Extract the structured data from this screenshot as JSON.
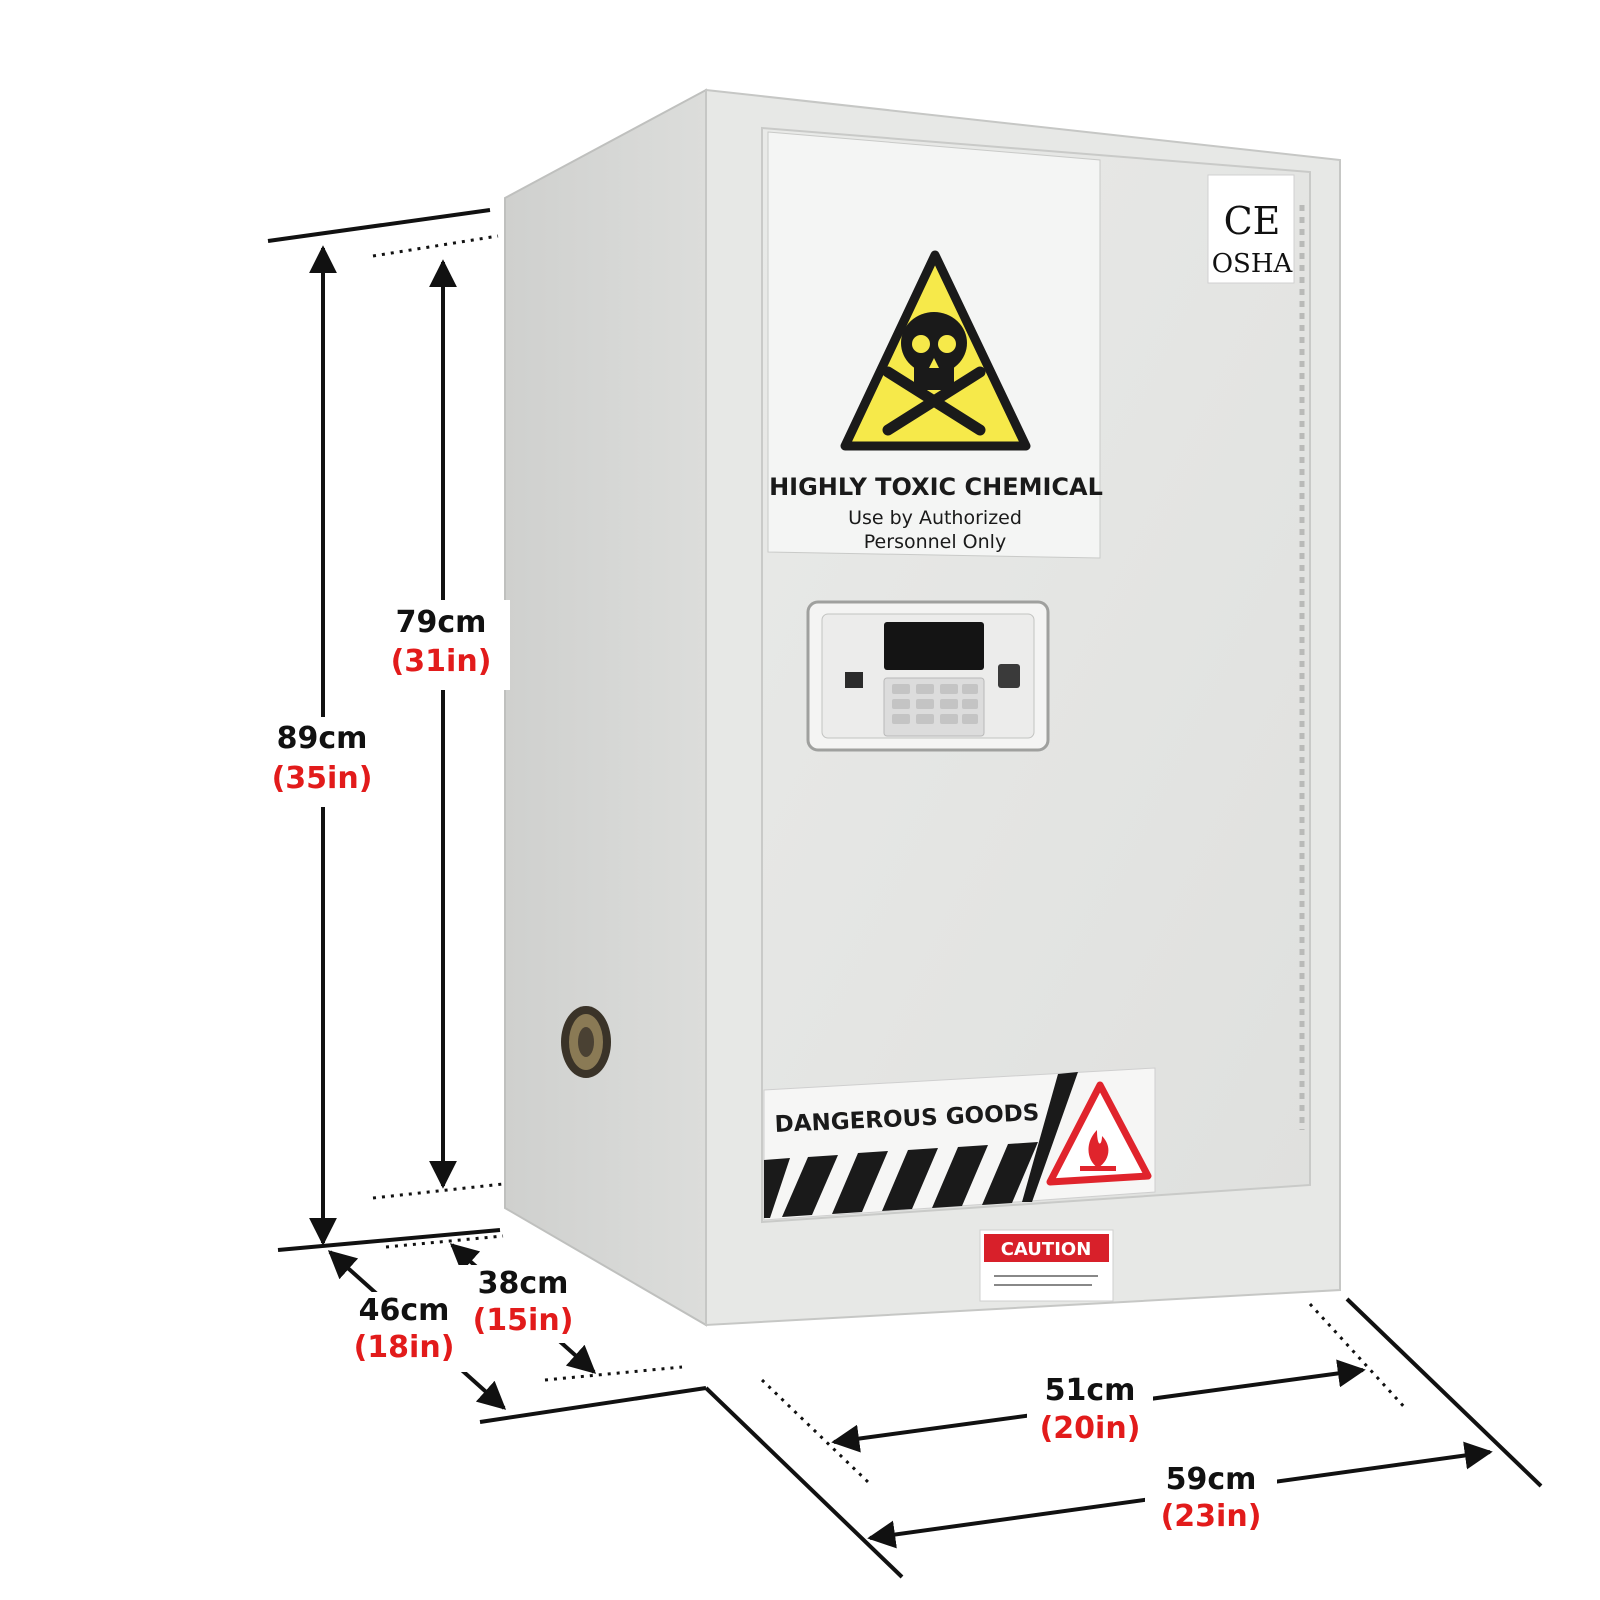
{
  "labels": {
    "toxic_title": "HIGHLY TOXIC CHEMICAL",
    "toxic_line1": "Use by Authorized",
    "toxic_line2": "Personnel Only",
    "ce_mark": "CE",
    "osha_mark": "OSHA",
    "dangerous_goods": "DANGEROUS GOODS",
    "caution": "CAUTION"
  },
  "dimensions": {
    "height_outer": {
      "cm": "89cm",
      "in": "(35in)"
    },
    "height_inner": {
      "cm": "79cm",
      "in": "(31in)"
    },
    "depth_outer": {
      "cm": "46cm",
      "in": "(18in)"
    },
    "depth_inner": {
      "cm": "38cm",
      "in": "(15in)"
    },
    "width_inner": {
      "cm": "51cm",
      "in": "(20in)"
    },
    "width_outer": {
      "cm": "59cm",
      "in": "(23in)"
    }
  },
  "colors": {
    "cabinet_front": "#e4e5e3",
    "cabinet_side": "#d2d3d1",
    "warning_yellow": "#f6e94a",
    "caution_red": "#d8202a",
    "inch_red": "#e21b1b"
  }
}
